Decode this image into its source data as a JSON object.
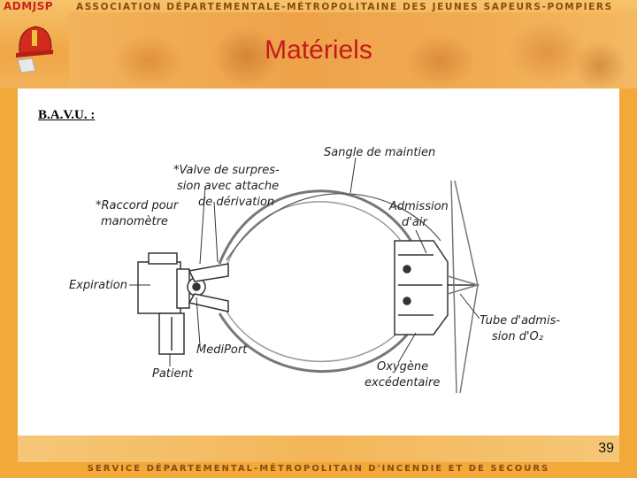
{
  "header": {
    "brand": "ADMJSP",
    "association": "ASSOCIATION DÉPARTEMENTALE-MÉTROPOLITAINE DES JEUNES SAPEURS-POMPIERS",
    "title": "Matériels"
  },
  "content": {
    "subtitle": "B.A.V.U. :",
    "diagram_labels": {
      "strap": "Sangle de maintien",
      "valve_1": "*Valve de surpres-",
      "valve_2": "sion avec attache",
      "valve_3": "de dérivation",
      "manometer_1": "*Raccord pour",
      "manometer_2": "manomètre",
      "air_1": "Admission",
      "air_2": "d'air",
      "expiration": "Expiration",
      "o2_tube_1": "Tube d'admis-",
      "o2_tube_2": "sion d'O₂",
      "mediport": "MediPort",
      "patient": "Patient",
      "excess_o2_1": "Oxygène",
      "excess_o2_2": "excédentaire"
    }
  },
  "footer": {
    "page_number": "39",
    "service": "SERVICE DÉPARTEMENTAL-MÉTROPOLITAIN D'INCENDIE ET DE SECOURS"
  }
}
